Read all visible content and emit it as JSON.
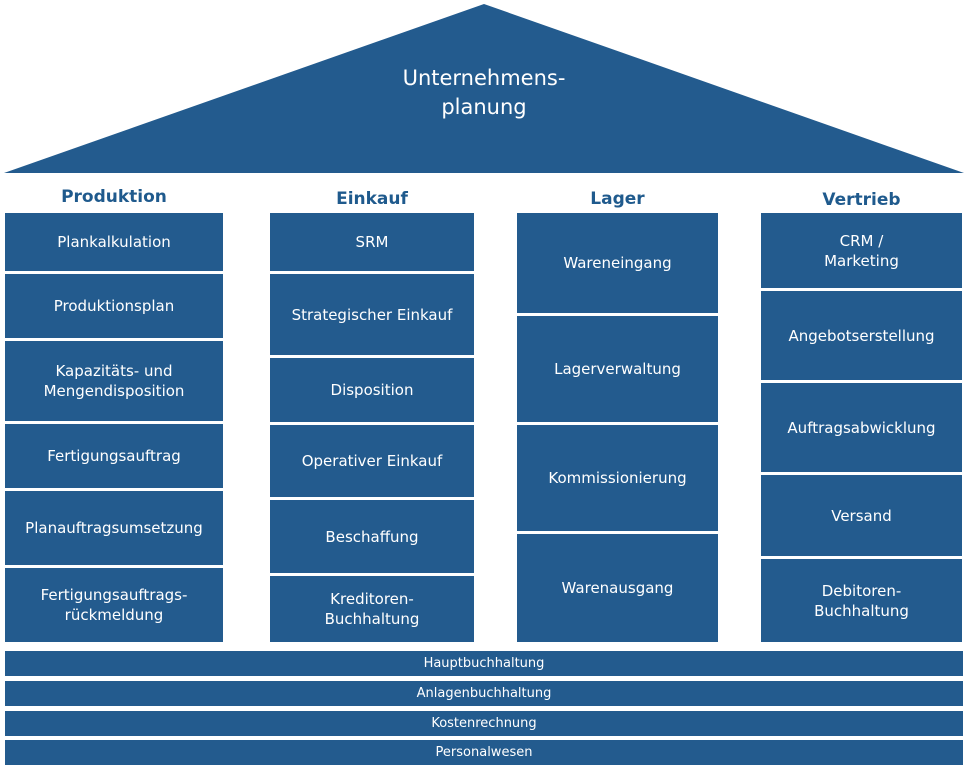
{
  "roof": {
    "title": "Unternehmens-\nplanung"
  },
  "columns": [
    {
      "title": "Produktion",
      "items": [
        "Plankalkulation",
        "Produktionsplan",
        "Kapazitäts- und\nMengendisposition",
        "Fertigungsauftrag",
        "Planauftragsumsetzung",
        "Fertigungsauftrags-\nrückmeldung"
      ]
    },
    {
      "title": "Einkauf",
      "items": [
        "SRM",
        "Strategischer Einkauf",
        "Disposition",
        "Operativer Einkauf",
        "Beschaffung",
        "Kreditoren-\nBuchhaltung"
      ]
    },
    {
      "title": "Lager",
      "items": [
        "Wareneingang",
        "Lagerverwaltung",
        "Kommissionierung",
        "Warenausgang"
      ]
    },
    {
      "title": "Vertrieb",
      "items": [
        "CRM /\nMarketing",
        "Angebotserstellung",
        "Auftragsabwicklung",
        "Versand",
        "Debitoren-\nBuchhaltung"
      ]
    }
  ],
  "foundation": [
    "Hauptbuchhaltung",
    "Anlagenbuchhaltung",
    "Kostenrechnung",
    "Personalwesen"
  ],
  "colors": {
    "box": "#235b8e",
    "roof": "#235b8e",
    "heading": "#1f5a8d"
  }
}
